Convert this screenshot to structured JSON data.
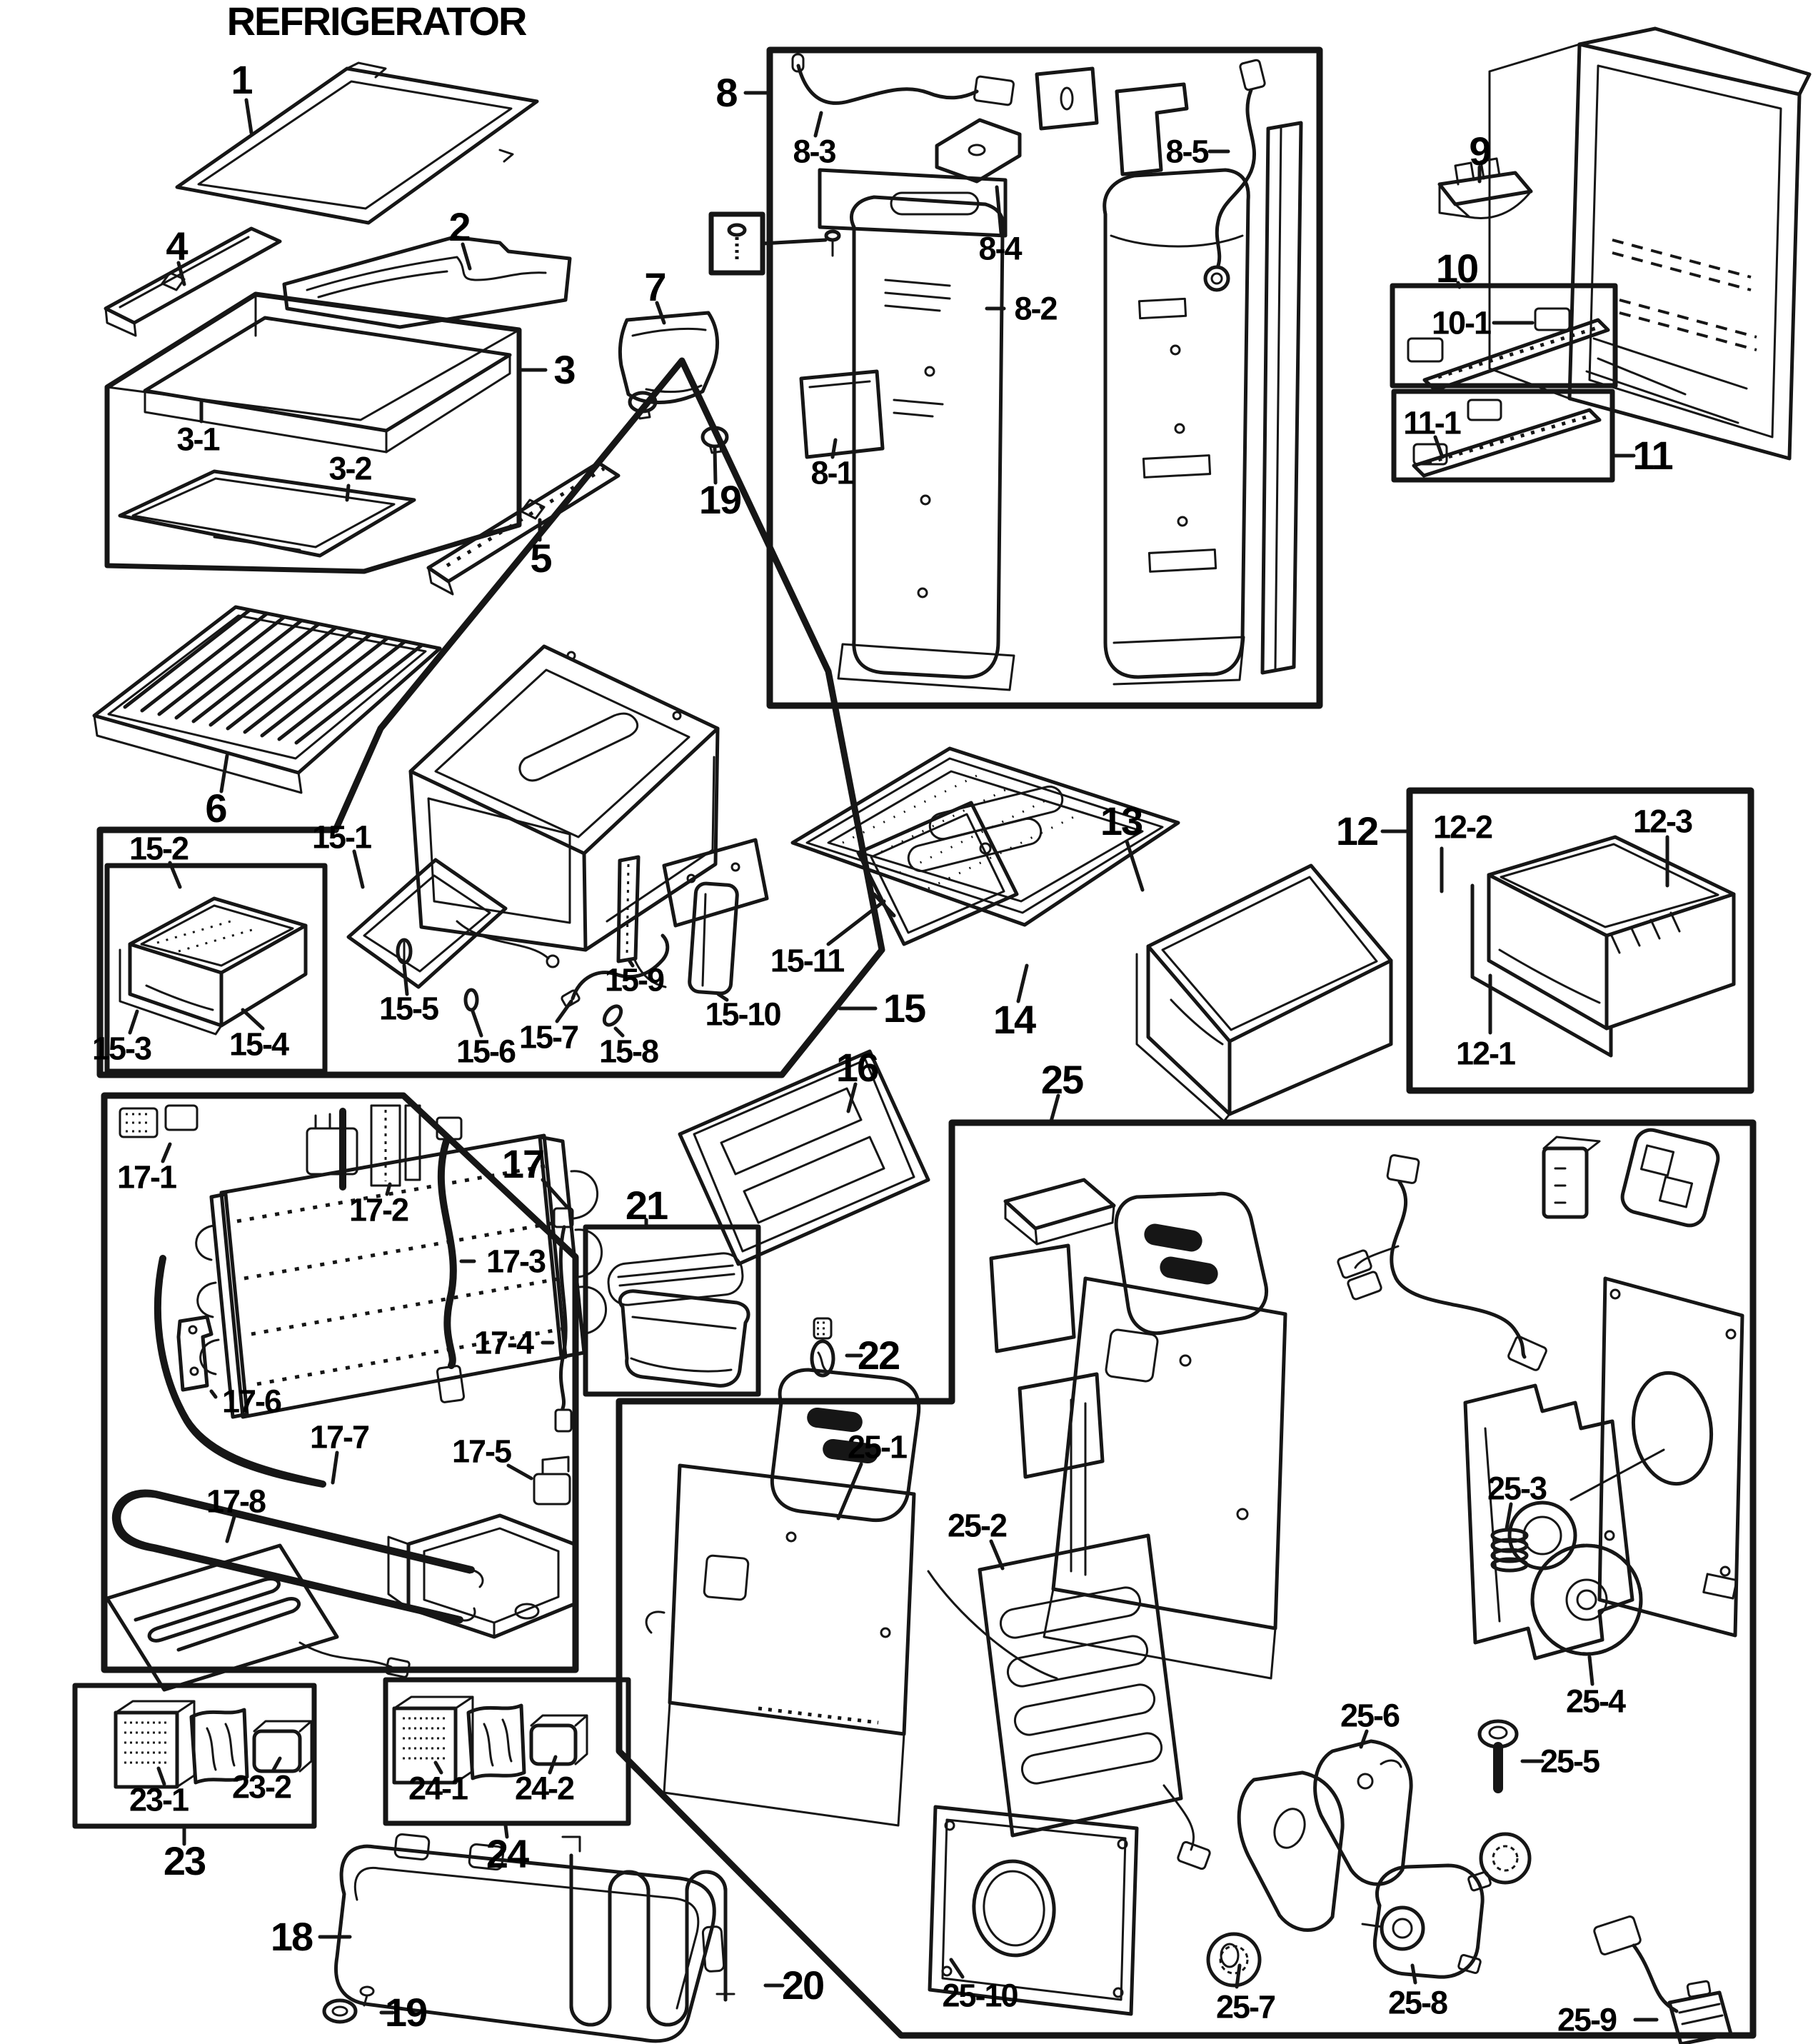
{
  "title": "REFRIGERATOR",
  "colors": {
    "ink": "#161616",
    "paper": "#ffffff"
  },
  "labels": {
    "p1": "1",
    "p2": "2",
    "p3": "3",
    "p3_1": "3-1",
    "p3_2": "3-2",
    "p4": "4",
    "p5": "5",
    "p6": "6",
    "p7": "7",
    "p8": "8",
    "p8_1": "8-1",
    "p8_2": "8-2",
    "p8_3": "8-3",
    "p8_4": "8-4",
    "p8_5": "8-5",
    "p9": "9",
    "p10": "10",
    "p10_1": "10-1",
    "p11": "11",
    "p11_1": "11-1",
    "p12": "12",
    "p12_1": "12-1",
    "p12_2": "12-2",
    "p12_3": "12-3",
    "p13": "13",
    "p14": "14",
    "p15": "15",
    "p15_1": "15-1",
    "p15_2": "15-2",
    "p15_3": "15-3",
    "p15_4": "15-4",
    "p15_5": "15-5",
    "p15_6": "15-6",
    "p15_7": "15-7",
    "p15_8": "15-8",
    "p15_9": "15-9",
    "p15_10": "15-10",
    "p15_11": "15-11",
    "p16": "16",
    "p17": "17",
    "p17_1": "17-1",
    "p17_2": "17-2",
    "p17_3": "17-3",
    "p17_4": "17-4",
    "p17_5": "17-5",
    "p17_6": "17-6",
    "p17_7": "17-7",
    "p17_8": "17-8",
    "p18": "18",
    "p19a": "19",
    "p19b": "19",
    "p20": "20",
    "p21": "21",
    "p22": "22",
    "p23": "23",
    "p23_1": "23-1",
    "p23_2": "23-2",
    "p24": "24",
    "p24_1": "24-1",
    "p24_2": "24-2",
    "p25": "25",
    "p25_1": "25-1",
    "p25_2": "25-2",
    "p25_3": "25-3",
    "p25_4": "25-4",
    "p25_5": "25-5",
    "p25_6": "25-6",
    "p25_7": "25-7",
    "p25_8": "25-8",
    "p25_9": "25-9",
    "p25_10": "25-10"
  }
}
